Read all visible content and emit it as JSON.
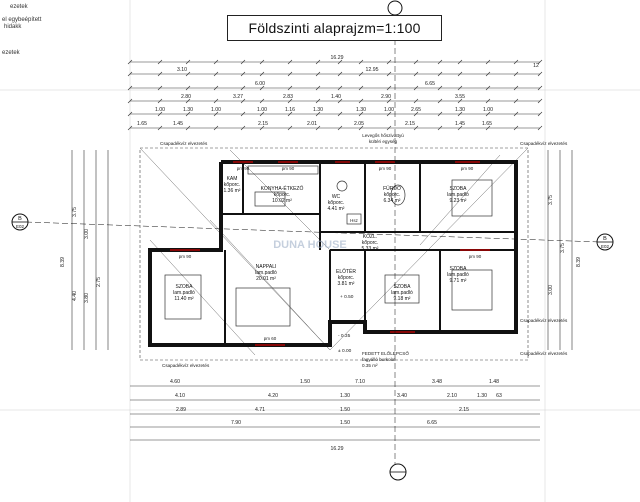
{
  "title": "Földszinti alaprajzm=1:100",
  "corner_notes": [
    "ezetek",
    "el egybeépített",
    "hidakk",
    "ezetek"
  ],
  "section_marker": {
    "letter": "B",
    "sheet": "E02"
  },
  "top_dims": {
    "row1": [
      "16.29"
    ],
    "row2": [
      "3.10",
      "12.95",
      "12"
    ],
    "row3": [
      "6.00",
      "6.65"
    ],
    "row4": [
      "2.80",
      "3.27",
      "2.83",
      "1.40",
      "2.90",
      "3.55"
    ],
    "row5": [
      "1.00",
      "1.30",
      "1.00",
      "1.00",
      "1.16",
      "1.30",
      "1.30",
      "1.00",
      "2.65",
      "1.30",
      "1.00"
    ],
    "row6": [
      "1.65",
      "1.45",
      "2.15",
      "2.01",
      "2.05",
      "2.15",
      "1.45",
      "1.65"
    ]
  },
  "bottom_dims": {
    "row1": [
      "4.60",
      "1.50",
      "7.10",
      "3.48",
      "1.48"
    ],
    "row2": [
      "4.10",
      "4.20",
      "1.30",
      "3.40",
      "2.10",
      "1.30",
      "63"
    ],
    "row3": [
      "2.89",
      "4.71",
      "1.50",
      "2.15"
    ],
    "row4": [
      "7.90",
      "1.50",
      "6.65"
    ],
    "row5": [
      "16.29"
    ]
  },
  "left_dims": [
    "3.75",
    "4.40",
    "3.00",
    "3.80",
    "2.75",
    "8.39"
  ],
  "right_dims": [
    "3.75",
    "3.00",
    "3.75",
    "8.39"
  ],
  "eaves_labels": [
    "Csapadékvíz elvezetés",
    "Csapadékvíz elvezetés",
    "Csapadékvíz elvezetés",
    "Csapadékvíz elvezetés",
    "Csapadékvíz elvezetés"
  ],
  "vent_label": [
    "Levegős hőszivattyú",
    "kültéri egység"
  ],
  "entry_label": [
    "FEDETT ELŐLÉPCSŐ",
    "fagyálló burkolat",
    "0.35 m²"
  ],
  "level_labels": [
    "± 0.00",
    "- 0.35",
    "+ 0.50"
  ],
  "rooms": [
    {
      "name": "KONYHA-ÉTKEZŐ",
      "floor": "kőporc.",
      "area": "10.02 m²"
    },
    {
      "name": "KAM",
      "floor": "kőporc.",
      "area": "1.36 m²"
    },
    {
      "name": "WC",
      "floor": "kőporc.",
      "area": "4.41 m²"
    },
    {
      "name": "FÜRDŐ",
      "floor": "kőporc.",
      "area": "6.34 m²"
    },
    {
      "name": "SZOBA",
      "floor": "lam.padló",
      "area": "9.23 m²"
    },
    {
      "name": "KÖZL.",
      "floor": "kőporc.",
      "area": "5.33 m²"
    },
    {
      "name": "NAPPALI",
      "floor": "lam.padló",
      "area": "20.01 m²"
    },
    {
      "name": "ELŐTÉR",
      "floor": "kőporc.",
      "area": "3.81 m²"
    },
    {
      "name": "SZOBA",
      "floor": "lam.padló",
      "area": "9.18 m²"
    },
    {
      "name": "SZOBA",
      "floor": "lam.padló",
      "area": "9.71 m²"
    },
    {
      "name": "SZOBA",
      "floor": "lam.padló",
      "area": "11.40 m²"
    }
  ],
  "window_tags": [
    "pm 90",
    "pm 90",
    "pm 90",
    "pm 90",
    "pm 90",
    "pm 90",
    "pm 60"
  ],
  "fixture_tags": {
    "stove": "Hsz",
    "watermark": "DUNA HOUSE"
  },
  "colors": {
    "line": "#1a1a1a",
    "accent": "#cc0000",
    "dim": "#333333",
    "watermark": "#9fb0c8"
  }
}
